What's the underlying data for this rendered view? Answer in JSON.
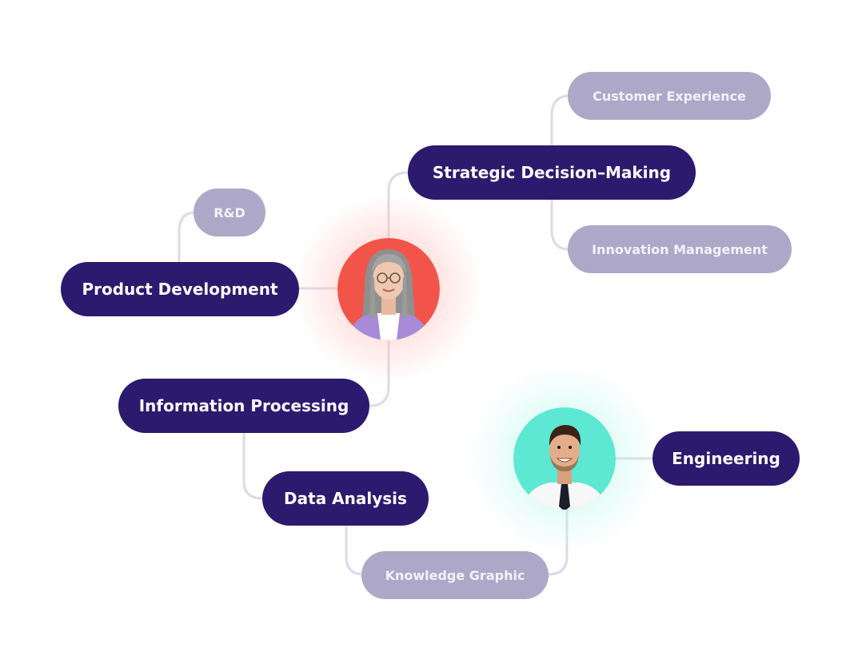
{
  "colors": {
    "primary_node": "#2b1a6e",
    "secondary_node": "#ada7c8",
    "connector": "#dcdaea",
    "avatar_woman_bg": "#f2544a",
    "avatar_man_bg": "#5ce8d2"
  },
  "nodes": {
    "strategic": "Strategic Decision–Making",
    "customer": "Customer Experience",
    "innovation": "Innovation Management",
    "rd": "R&D",
    "product": "Product Development",
    "info": "Information Processing",
    "data": "Data Analysis",
    "knowledge": "Knowledge Graphic",
    "engineering": "Engineering"
  },
  "avatars": {
    "woman": "woman-portrait-icon",
    "man": "man-portrait-icon"
  }
}
